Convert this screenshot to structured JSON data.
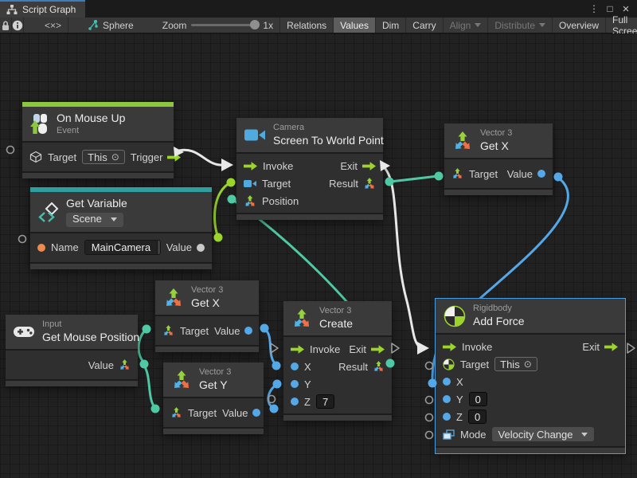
{
  "window": {
    "tab_title": "Script Graph",
    "controls": {
      "kebab": "⋮",
      "maximize": "□",
      "close": "×"
    }
  },
  "toolbar": {
    "code_toggle": "<×>",
    "graph_name": "Sphere",
    "zoom_label": "Zoom",
    "zoom_value": "1x",
    "buttons": [
      {
        "label": "Relations",
        "state": "normal"
      },
      {
        "label": "Values",
        "state": "active"
      },
      {
        "label": "Dim",
        "state": "normal"
      },
      {
        "label": "Carry",
        "state": "normal"
      },
      {
        "label": "Align",
        "state": "disabled",
        "dropdown": true
      },
      {
        "label": "Distribute",
        "state": "disabled",
        "dropdown": true
      },
      {
        "label": "Overview",
        "state": "normal"
      },
      {
        "label": "Full Screen",
        "state": "normal"
      }
    ]
  },
  "nodes": {
    "on_mouse_up": {
      "title": "On Mouse Up",
      "subtitle": "Event",
      "target_label": "Target",
      "target_value": "This",
      "target_icon": "⊙",
      "trigger_label": "Trigger"
    },
    "get_variable": {
      "title": "Get Variable",
      "scope": "Scene",
      "name_label": "Name",
      "name_value": "MainCamera",
      "value_label": "Value"
    },
    "screen_to_world": {
      "type": "Camera",
      "title": "Screen To World Point",
      "invoke": "Invoke",
      "exit": "Exit",
      "target": "Target",
      "result": "Result",
      "position": "Position"
    },
    "get_x_top": {
      "type": "Vector 3",
      "title": "Get X",
      "target": "Target",
      "value": "Value"
    },
    "get_x_mid": {
      "type": "Vector 3",
      "title": "Get X",
      "target": "Target",
      "value": "Value"
    },
    "get_y": {
      "type": "Vector 3",
      "title": "Get Y",
      "target": "Target",
      "value": "Value"
    },
    "get_mouse_position": {
      "type": "Input",
      "title": "Get Mouse Position",
      "value": "Value"
    },
    "create_vector3": {
      "type": "Vector 3",
      "title": "Create",
      "invoke": "Invoke",
      "exit": "Exit",
      "x": "X",
      "result": "Result",
      "y": "Y",
      "z": "Z",
      "z_value": "7"
    },
    "add_force": {
      "type": "Rigidbody",
      "title": "Add Force",
      "invoke": "Invoke",
      "exit": "Exit",
      "target": "Target",
      "target_value": "This",
      "target_icon": "⊙",
      "x": "X",
      "y": "Y",
      "y_value": "0",
      "z": "Z",
      "z_value": "0",
      "mode_label": "Mode",
      "mode_value": "Velocity Change"
    }
  },
  "colors": {
    "exec_green": "#9bd42b",
    "event_bar_green": "#8dc63f",
    "variable_bar_teal": "#2e9e9e",
    "teal_wire": "#4fc9a4",
    "lime_wire": "#9bd42b",
    "white_wire": "#e8e8e8",
    "blue_value": "#55a8e8",
    "orange_port": "#ee8a4e",
    "vector_blue": "#4fb3e8",
    "vector_orange": "#f07043",
    "selection_blue": "#4a9ee2",
    "tab_accent": "#3d7dbb"
  }
}
